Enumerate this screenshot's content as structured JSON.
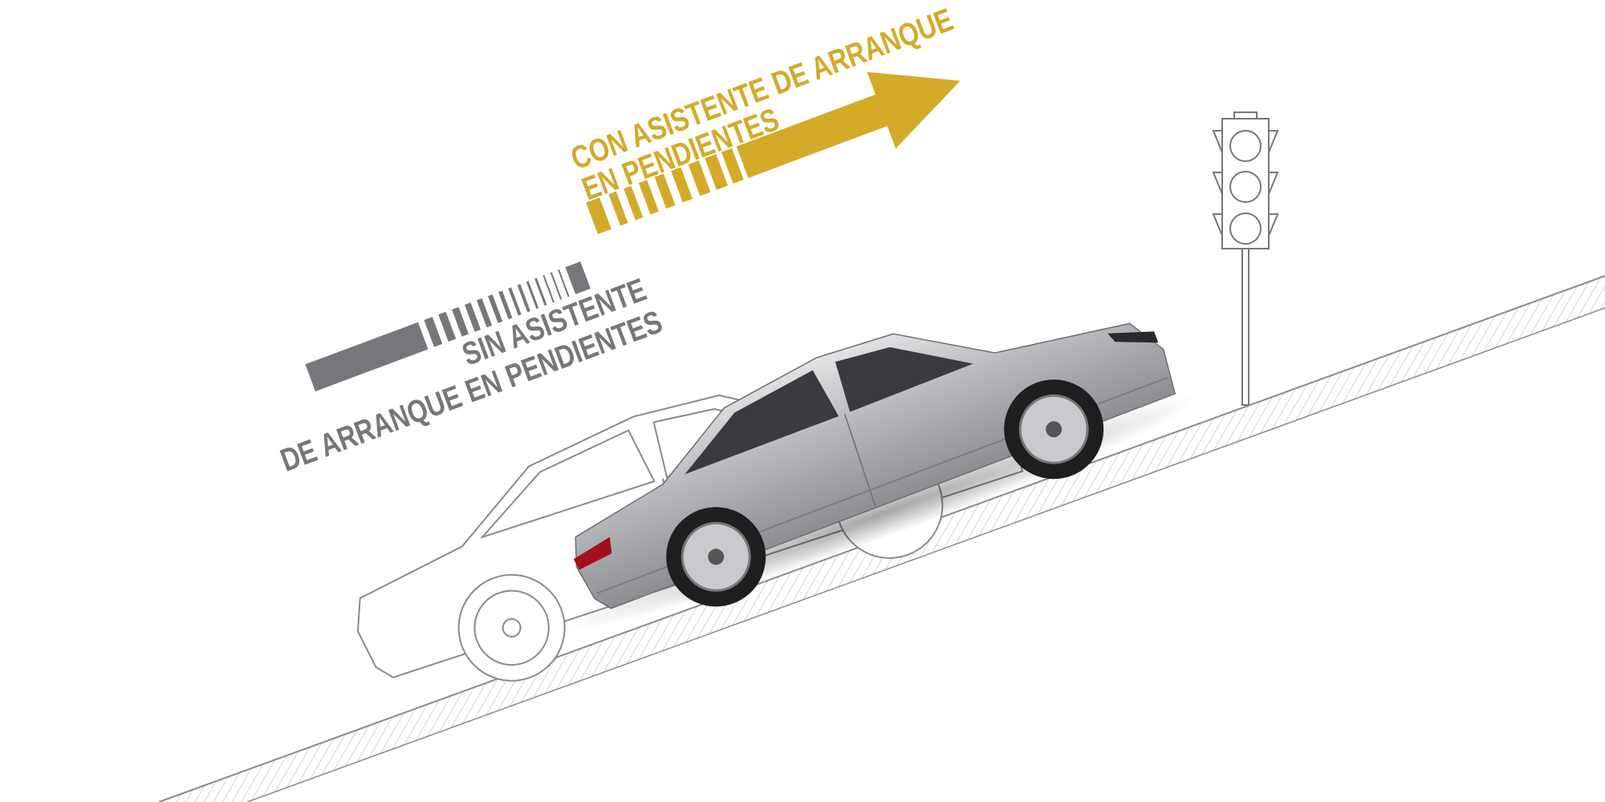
{
  "labels": {
    "with_assist_line1": "CON ASISTENTE DE ARRANQUE",
    "with_assist_line2": "EN PENDIENTES",
    "without_assist_line1": "SIN ASISTENTE",
    "without_assist_line2": "DE ARRANQUE EN PENDIENTES"
  },
  "colors": {
    "with_assist": "#d4aa29",
    "without_assist": "#77777b",
    "car_body": "#b9babd",
    "outline": "#8a8a8a"
  },
  "icons": [
    "traffic-light-icon",
    "arrow-right-icon",
    "car-illustration",
    "car-outline-illustration"
  ]
}
